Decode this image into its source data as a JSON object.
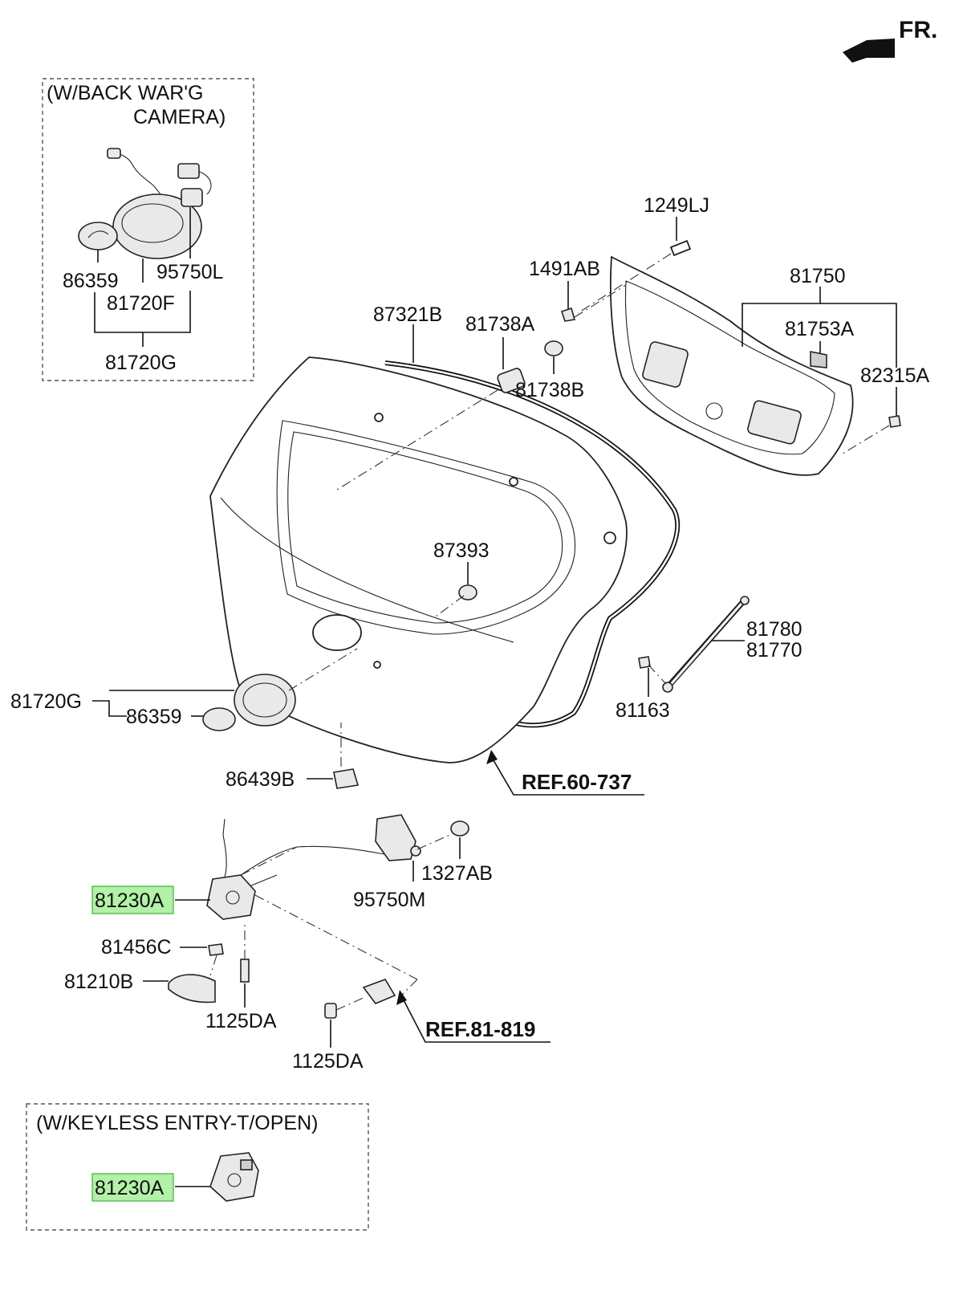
{
  "direction_label": "FR.",
  "groups": {
    "camera": "(W/BACK WAR'G",
    "camera_2": "CAMERA)",
    "keyless": "(W/KEYLESS ENTRY-T/OPEN)"
  },
  "parts": {
    "p86359_a": "86359",
    "p95750L": "95750L",
    "p81720F": "81720F",
    "p81720G_a": "81720G",
    "p1249LJ": "1249LJ",
    "p1491AB": "1491AB",
    "p81750": "81750",
    "p81753A": "81753A",
    "p82315A": "82315A",
    "p87321B": "87321B",
    "p81738A": "81738A",
    "p81738B": "81738B",
    "p87393": "87393",
    "p81780": "81780",
    "p81770": "81770",
    "p81163": "81163",
    "p81720G_b": "81720G",
    "p86359_b": "86359",
    "p86439B": "86439B",
    "p81230A_a": "81230A",
    "p1327AB": "1327AB",
    "p95750M": "95750M",
    "p81456C": "81456C",
    "p81210B": "81210B",
    "p1125DA_a": "1125DA",
    "p1125DA_b": "1125DA",
    "p81230A_b": "81230A"
  },
  "refs": {
    "r1": "REF.60-737",
    "r2": "REF.81-819"
  },
  "highlight_color": "#b3f0a8"
}
